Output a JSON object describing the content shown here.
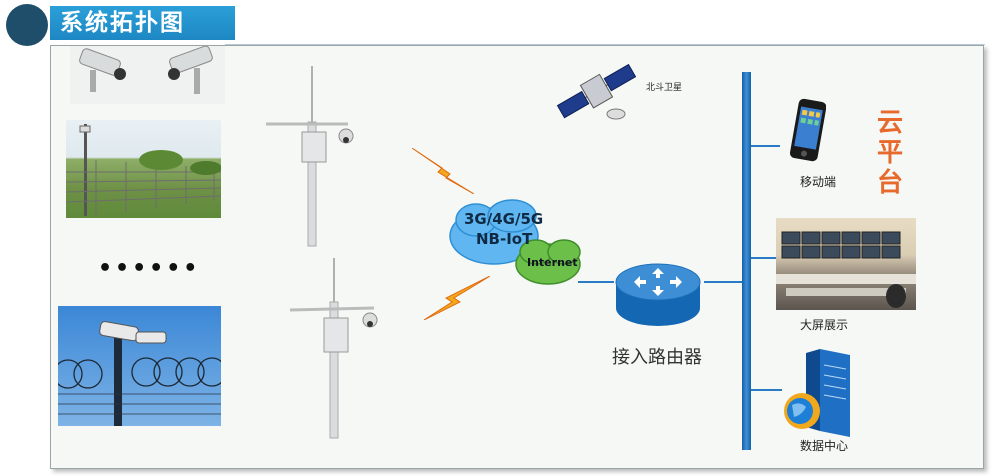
{
  "title": "系统拓扑图",
  "labels": {
    "beidou": "北斗卫星",
    "mobile": "移动端",
    "big_screen": "大屏展示",
    "data_center": "数据中心",
    "router": "接入路由器",
    "cloud_platform": "云平台",
    "network": "3G/4G/5G",
    "nbiot": "NB-IoT",
    "internet": "Internet",
    "ellipsis": "••••••"
  },
  "colors": {
    "title_bg": "#2b9fd8",
    "title_circle": "#1f4e6b",
    "cloud_platform": "#e8692c",
    "bus": "#2a7bc7",
    "lightning": "#f2a81d",
    "cloud_blue": "#5fb6f0",
    "cloud_green": "#6cc04a"
  },
  "icons": [
    "cctv-camera-icon",
    "pole-camera-icon",
    "lightning-icon",
    "satellite-icon",
    "cloud-icon",
    "router-icon",
    "phone-icon",
    "monitor-wall-icon",
    "server-icon"
  ]
}
